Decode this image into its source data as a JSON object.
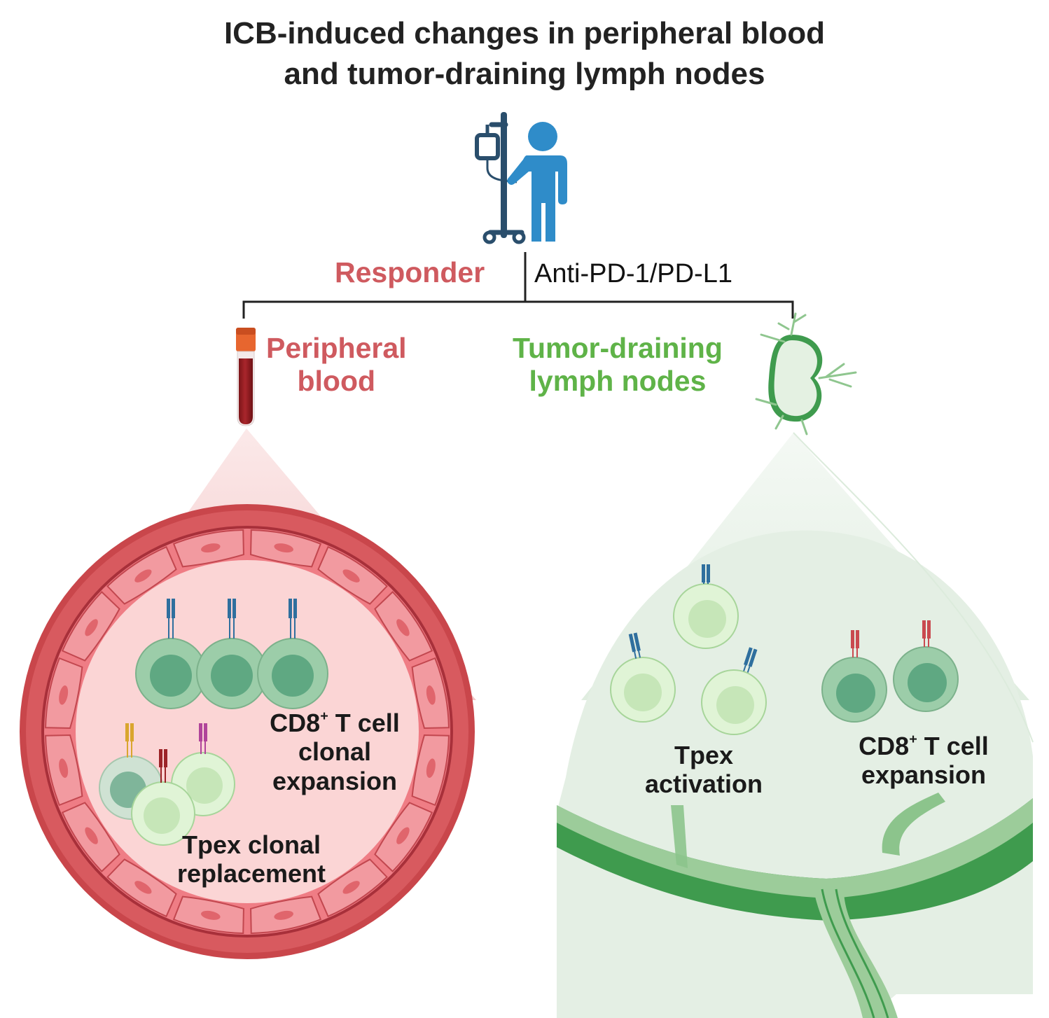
{
  "title_line1": "ICB-induced changes in peripheral blood",
  "title_line2": "and tumor-draining lymph nodes",
  "responder": "Responder",
  "treatment": "Anti-PD-1/PD-L1",
  "blood": {
    "line1": "Peripheral",
    "line2": "blood"
  },
  "lymph": {
    "line1": "Tumor-draining",
    "line2": "lymph nodes"
  },
  "blood_panel": {
    "cd8_line1": "CD8",
    "cd8_sup": "+",
    "cd8_line1_rest": " T cell",
    "cd8_line2": "clonal",
    "cd8_line3": "expansion",
    "tpex_line1": "Tpex clonal",
    "tpex_line2": "replacement"
  },
  "lymph_panel": {
    "tpex_line1": "Tpex",
    "tpex_line2": "activation",
    "cd8_line1": "CD8",
    "cd8_sup": "+",
    "cd8_line1_rest": " T cell",
    "cd8_line2": "expansion"
  },
  "colors": {
    "red_text": "#cf5a5f",
    "green_text": "#5fb348",
    "patient_blue": "#2f8cc9",
    "iv_pole": "#2a4e6c",
    "vessel_wall": "#c9464b",
    "vessel_lumen": "#fbd5d5",
    "node_fill": "#e4efe4",
    "node_dark": "#3f9b4e",
    "tcr_blue": "#2f6f9e",
    "tcr_red": "#c94a4f",
    "tcr_yellow": "#d9a62e",
    "tcr_darkred": "#9c2428",
    "tcr_magenta": "#b0449a"
  }
}
